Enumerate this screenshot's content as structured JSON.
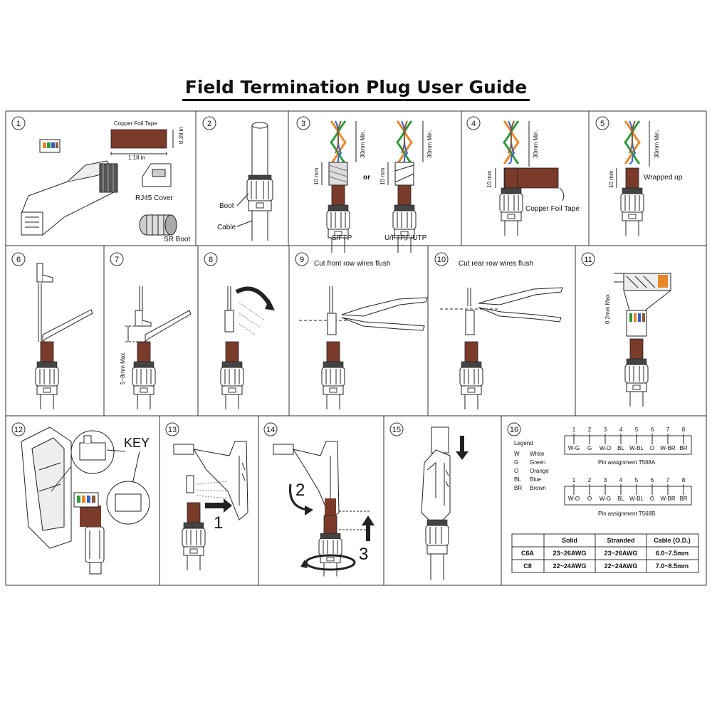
{
  "title": "Field Termination Plug User Guide",
  "steps": {
    "s1": {
      "num": "1",
      "tape_label": "Copper Foil Tape",
      "width": "1.18 in",
      "height": "0.39 in",
      "cover": "RJ45 Cover",
      "boot": "SR Boot"
    },
    "s2": {
      "num": "2",
      "boot": "Boot",
      "cable": "Cable"
    },
    "s3": {
      "num": "3",
      "min": "30mm Min.",
      "len": "10 mm",
      "or": "or",
      "left": "S/FTP",
      "right": "U/FTP,F/UTP"
    },
    "s4": {
      "num": "4",
      "min": "30mm Min.",
      "len": "10 mm",
      "tape": "Copper Foil Tape"
    },
    "s5": {
      "num": "5",
      "min": "30mm Min.",
      "len": "10 mm",
      "wrapped": "Wrapped  up"
    },
    "s6": {
      "num": "6"
    },
    "s7": {
      "num": "7",
      "max": "5~8mm Max."
    },
    "s8": {
      "num": "8"
    },
    "s9": {
      "num": "9",
      "caption": "Cut front row wires flush"
    },
    "s10": {
      "num": "10",
      "caption": "Cut rear row wires flush"
    },
    "s11": {
      "num": "11",
      "max": "0.2mm Max."
    },
    "s12": {
      "num": "12",
      "key": "KEY"
    },
    "s13": {
      "num": "13",
      "n1": "1"
    },
    "s14": {
      "num": "14",
      "n2": "2",
      "n3": "3"
    },
    "s15": {
      "num": "15"
    },
    "s16": {
      "num": "16",
      "legend_title": "Legend",
      "legend": [
        {
          "code": "W",
          "name": "White"
        },
        {
          "code": "G",
          "name": "Green"
        },
        {
          "code": "O",
          "name": "Orange"
        },
        {
          "code": "BL",
          "name": "Blue"
        },
        {
          "code": "BR",
          "name": "Brown"
        }
      ],
      "pins": [
        "1",
        "2",
        "3",
        "4",
        "5",
        "6",
        "7",
        "8"
      ],
      "t568a": [
        "W-G",
        "G",
        "W-O",
        "BL",
        "W-BL",
        "O",
        "W-BR",
        "BR"
      ],
      "t568a_label": "Pin assignment T568A",
      "t568b": [
        "W-O",
        "O",
        "W-G",
        "BL",
        "W-BL",
        "G",
        "W-BR",
        "BR"
      ],
      "t568b_label": "Pin assignment T568B",
      "table_headers": [
        "",
        "Solid",
        "Stranded",
        "Cable (O.D.)"
      ],
      "table_rows": [
        [
          "C6A",
          "23~26AWG",
          "23~26AWG",
          "6.0~7.5mm"
        ],
        [
          "C8",
          "22~24AWG",
          "22~24AWG",
          "7.0~8.5mm"
        ]
      ]
    }
  },
  "colors": {
    "tape": "#7a3b2a",
    "orange": "#e8862a",
    "green": "#2e9a3c",
    "blue": "#3a5fc4",
    "line": "#222222"
  }
}
